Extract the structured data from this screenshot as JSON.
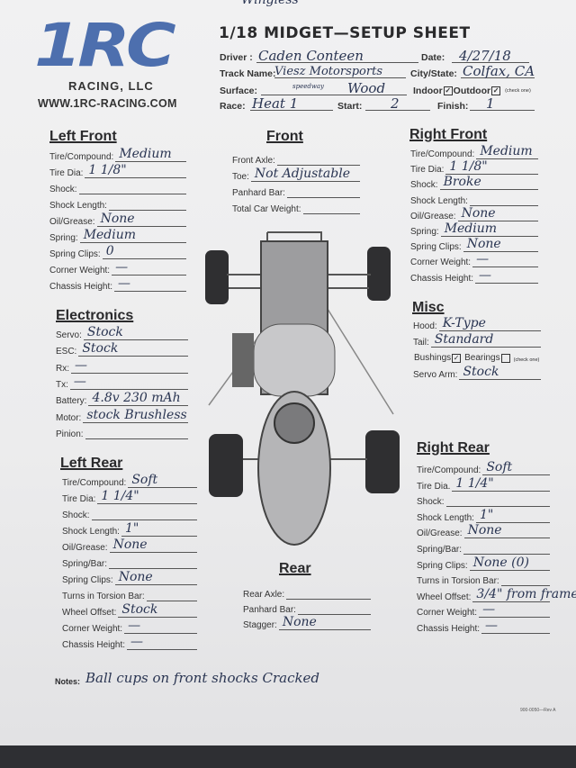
{
  "header": {
    "logo_main": "1RC",
    "logo_sub": "RACING, LLC",
    "logo_url": "WWW.1RC-RACING.COM",
    "annotation_top": "Wingless",
    "title": "1/18 MIDGET—SETUP SHEET",
    "driver_label": "Driver :",
    "driver": "Caden Conteen",
    "date_label": "Date:",
    "date": "4/27/18",
    "track_label": "Track Name:",
    "track": "Viesz Motorsports",
    "track_sub": "speedway",
    "city_label": "City/State:",
    "city": "Colfax, CA",
    "surface_label": "Surface:",
    "surface": "Wood",
    "indoor_label": "Indoor",
    "outdoor_label": "Outdoor",
    "check_one": "(check one)",
    "indoor_checked": true,
    "outdoor_checked": true,
    "race_label": "Race:",
    "race": "Heat 1",
    "start_label": "Start:",
    "start": "2",
    "finish_label": "Finish:",
    "finish": "1"
  },
  "sections": {
    "left_front": {
      "title": "Left Front",
      "fields": [
        {
          "label": "Tire/Compound:",
          "value": "Medium"
        },
        {
          "label": "Tire Dia:",
          "value": "1 1/8\""
        },
        {
          "label": "Shock:",
          "value": ""
        },
        {
          "label": "Shock Length:",
          "value": ""
        },
        {
          "label": "Oil/Grease:",
          "value": "None"
        },
        {
          "label": "Spring:",
          "value": "Medium"
        },
        {
          "label": "Spring Clips:",
          "value": "0"
        },
        {
          "label": "Corner Weight:",
          "value": "—"
        },
        {
          "label": "Chassis Height:",
          "value": "—"
        }
      ]
    },
    "front": {
      "title": "Front",
      "fields": [
        {
          "label": "Front Axle:",
          "value": ""
        },
        {
          "label": "Toe:",
          "value": "Not Adjustable"
        },
        {
          "label": "Panhard Bar:",
          "value": ""
        },
        {
          "label": "Total Car Weight:",
          "value": ""
        }
      ]
    },
    "right_front": {
      "title": "Right Front",
      "fields": [
        {
          "label": "Tire/Compound:",
          "value": "Medium"
        },
        {
          "label": "Tire Dia:",
          "value": "1 1/8\""
        },
        {
          "label": "Shock:",
          "value": "Broke"
        },
        {
          "label": "Shock Length:",
          "value": ""
        },
        {
          "label": "Oil/Grease:",
          "value": "None"
        },
        {
          "label": "Spring:",
          "value": "Medium"
        },
        {
          "label": "Spring Clips:",
          "value": "None"
        },
        {
          "label": "Corner Weight:",
          "value": "—"
        },
        {
          "label": "Chassis Height:",
          "value": "—"
        }
      ]
    },
    "electronics": {
      "title": "Electronics",
      "fields": [
        {
          "label": "Servo:",
          "value": "Stock"
        },
        {
          "label": "ESC:",
          "value": "Stock"
        },
        {
          "label": "Rx:",
          "value": "—"
        },
        {
          "label": "Tx:",
          "value": "—"
        },
        {
          "label": "Battery:",
          "value": "4.8v 230 mAh"
        },
        {
          "label": "Motor:",
          "value": "stock Brushless"
        },
        {
          "label": "Pinion:",
          "value": ""
        }
      ]
    },
    "misc": {
      "title": "Misc",
      "fields": [
        {
          "label": "Hood:",
          "value": "K-Type"
        },
        {
          "label": "Tail:",
          "value": "Standard"
        },
        {
          "label": "Servo Arm:",
          "value": "Stock"
        }
      ],
      "bushings_label": "Bushings",
      "bearings_label": "Bearings",
      "check_one": "(check one)",
      "bushings_checked": true,
      "bearings_checked": false
    },
    "left_rear": {
      "title": "Left Rear",
      "fields": [
        {
          "label": "Tire/Compound:",
          "value": "Soft"
        },
        {
          "label": "Tire Dia:",
          "value": "1 1/4\""
        },
        {
          "label": "Shock:",
          "value": ""
        },
        {
          "label": "Shock Length:",
          "value": "1\""
        },
        {
          "label": "Oil/Grease:",
          "value": "None"
        },
        {
          "label": "Spring/Bar:",
          "value": ""
        },
        {
          "label": "Spring Clips:",
          "value": "None"
        },
        {
          "label": "Turns in Torsion Bar:",
          "value": ""
        },
        {
          "label": "Wheel Offset:",
          "value": "Stock"
        },
        {
          "label": "Corner Weight:",
          "value": "—"
        },
        {
          "label": "Chassis Height:",
          "value": "—"
        }
      ]
    },
    "right_rear": {
      "title": "Right Rear",
      "fields": [
        {
          "label": "Tire/Compound:",
          "value": "Soft"
        },
        {
          "label": "Tire Dia.",
          "value": "1 1/4\""
        },
        {
          "label": "Shock:",
          "value": ""
        },
        {
          "label": "Shock Length:",
          "value": "1\""
        },
        {
          "label": "Oil/Grease:",
          "value": "None"
        },
        {
          "label": "Spring/Bar:",
          "value": ""
        },
        {
          "label": "Spring Clips:",
          "value": "None (0)"
        },
        {
          "label": "Turns in Torsion Bar:",
          "value": ""
        },
        {
          "label": "Wheel Offset:",
          "value": "3/4\" from frame"
        },
        {
          "label": "Corner Weight:",
          "value": "—"
        },
        {
          "label": "Chassis Height:",
          "value": "—"
        }
      ]
    },
    "rear": {
      "title": "Rear",
      "fields": [
        {
          "label": "Rear Axle:",
          "value": ""
        },
        {
          "label": "Panhard Bar:",
          "value": ""
        },
        {
          "label": "Stagger:",
          "value": "None"
        }
      ]
    }
  },
  "notes": {
    "label": "Notes:",
    "value": "Ball cups on front shocks Cracked"
  },
  "footer": {
    "code": "900-0050—Rev A"
  }
}
